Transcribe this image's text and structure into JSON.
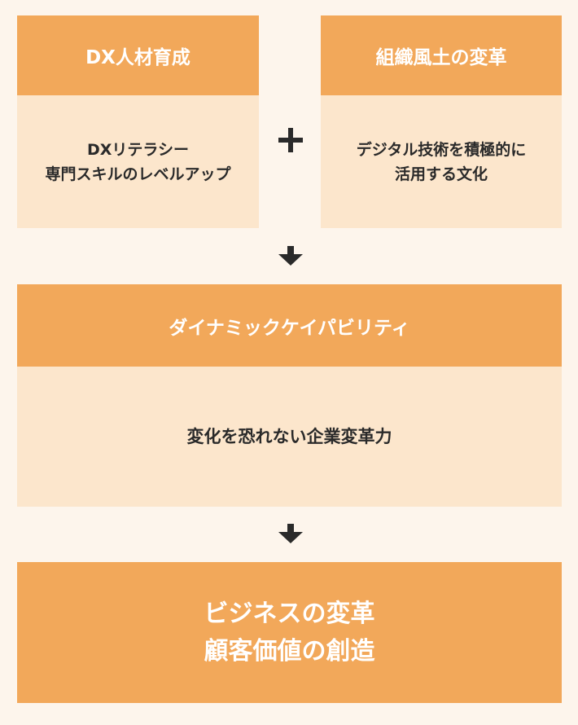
{
  "left_box": {
    "title": "DX人材育成",
    "line1": "DXリテラシー",
    "line2": "専門スキルのレベルアップ"
  },
  "right_box": {
    "title": "組織風土の変革",
    "line1": "デジタル技術を積極的に",
    "line2": "活用する文化"
  },
  "middle_box": {
    "title": "ダイナミックケイパビリティ",
    "body": "変化を恐れない企業変革力"
  },
  "bottom_box": {
    "line1": "ビジネスの変革",
    "line2": "顧客価値の創造"
  },
  "colors": {
    "background": "#fdf5ec",
    "header": "#f2a85a",
    "body": "#fce6cc",
    "text_dark": "#2a2a2a",
    "arrow": "#2a2a2a"
  },
  "icons": {
    "plus": "plus-icon",
    "arrow": "arrow-down-icon"
  }
}
